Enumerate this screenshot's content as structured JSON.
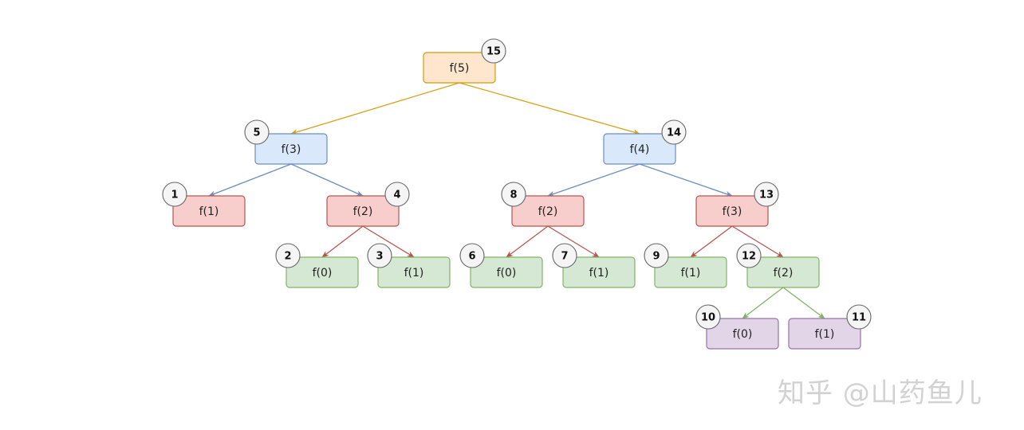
{
  "nodes": [
    {
      "id": "n5",
      "label": "f(5)",
      "order": "15",
      "color": "orange"
    },
    {
      "id": "n3",
      "label": "f(3)",
      "order": "5",
      "color": "blue"
    },
    {
      "id": "n4",
      "label": "f(4)",
      "order": "14",
      "color": "blue"
    },
    {
      "id": "n1a",
      "label": "f(1)",
      "order": "1",
      "color": "red"
    },
    {
      "id": "n2a",
      "label": "f(2)",
      "order": "4",
      "color": "red"
    },
    {
      "id": "n2b",
      "label": "f(2)",
      "order": "8",
      "color": "red"
    },
    {
      "id": "n3b",
      "label": "f(3)",
      "order": "13",
      "color": "red"
    },
    {
      "id": "n0a",
      "label": "f(0)",
      "order": "2",
      "color": "green"
    },
    {
      "id": "n1b",
      "label": "f(1)",
      "order": "3",
      "color": "green"
    },
    {
      "id": "n0b",
      "label": "f(0)",
      "order": "6",
      "color": "green"
    },
    {
      "id": "n1c",
      "label": "f(1)",
      "order": "7",
      "color": "green"
    },
    {
      "id": "n1d",
      "label": "f(1)",
      "order": "9",
      "color": "green"
    },
    {
      "id": "n2c",
      "label": "f(2)",
      "order": "12",
      "color": "green"
    },
    {
      "id": "n0c",
      "label": "f(0)",
      "order": "10",
      "color": "purple"
    },
    {
      "id": "n1e",
      "label": "f(1)",
      "order": "11",
      "color": "purple"
    }
  ],
  "edges": [
    {
      "from": "n5",
      "to": "n3",
      "color": "orange"
    },
    {
      "from": "n5",
      "to": "n4",
      "color": "orange"
    },
    {
      "from": "n3",
      "to": "n1a",
      "color": "blue"
    },
    {
      "from": "n3",
      "to": "n2a",
      "color": "blue"
    },
    {
      "from": "n4",
      "to": "n2b",
      "color": "blue"
    },
    {
      "from": "n4",
      "to": "n3b",
      "color": "blue"
    },
    {
      "from": "n2a",
      "to": "n0a",
      "color": "red"
    },
    {
      "from": "n2a",
      "to": "n1b",
      "color": "red"
    },
    {
      "from": "n2b",
      "to": "n0b",
      "color": "red"
    },
    {
      "from": "n2b",
      "to": "n1c",
      "color": "red"
    },
    {
      "from": "n3b",
      "to": "n1d",
      "color": "red"
    },
    {
      "from": "n3b",
      "to": "n2c",
      "color": "red"
    },
    {
      "from": "n2c",
      "to": "n0c",
      "color": "green"
    },
    {
      "from": "n2c",
      "to": "n1e",
      "color": "green"
    }
  ],
  "palette": {
    "orange": {
      "fill": "#ffe6cc",
      "stroke": "#d79b00",
      "edge": "#d6a21a"
    },
    "blue": {
      "fill": "#dae8fc",
      "stroke": "#6c8ebf",
      "edge": "#6c8ebf"
    },
    "red": {
      "fill": "#f8cecc",
      "stroke": "#b85450",
      "edge": "#b85450"
    },
    "green": {
      "fill": "#d5e8d4",
      "stroke": "#82b366",
      "edge": "#82b366"
    },
    "purple": {
      "fill": "#e1d5e7",
      "stroke": "#9673a6",
      "edge": "#9673a6"
    },
    "badge": {
      "fill": "#f5f5f5",
      "stroke": "#666666"
    }
  },
  "watermark": "知乎 @山药鱼儿"
}
